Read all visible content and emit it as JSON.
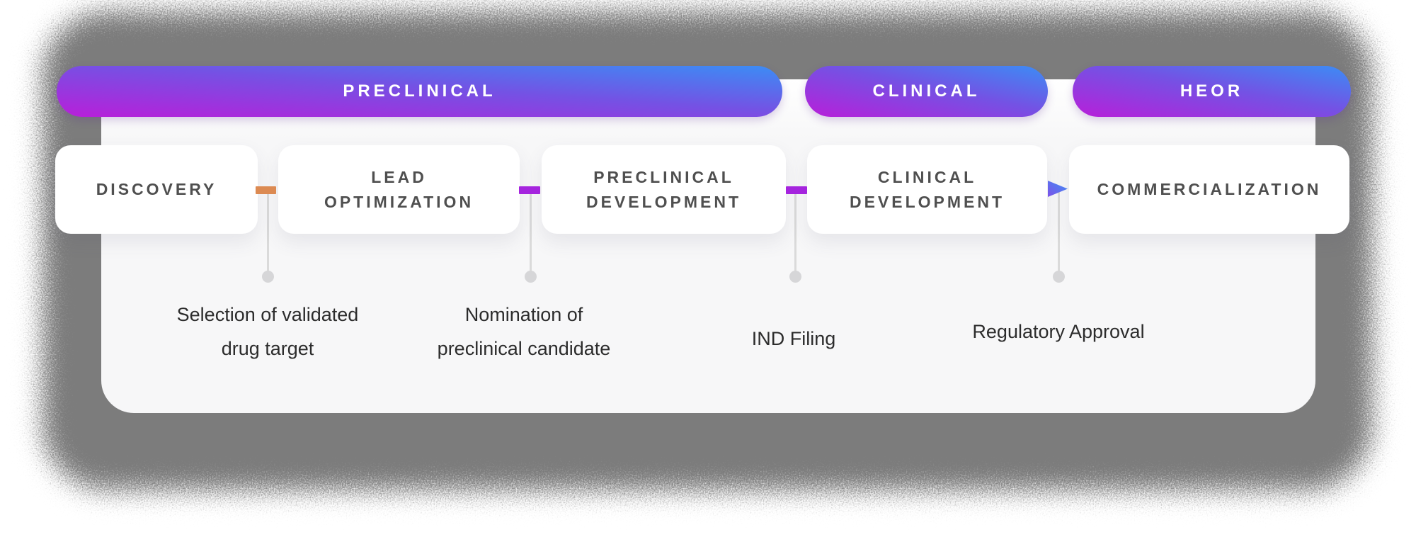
{
  "phases": [
    {
      "label": "PRECLINICAL"
    },
    {
      "label": "CLINICAL"
    },
    {
      "label": "HEOR"
    }
  ],
  "stages": [
    {
      "lines": [
        "DISCOVERY"
      ]
    },
    {
      "lines": [
        "LEAD",
        "OPTIMIZATION"
      ]
    },
    {
      "lines": [
        "PRECLINICAL",
        "DEVELOPMENT"
      ]
    },
    {
      "lines": [
        "CLINICAL",
        "DEVELOPMENT"
      ]
    },
    {
      "lines": [
        "COMMERCIALIZATION"
      ]
    }
  ],
  "milestones": [
    {
      "lines": [
        "Selection of validated",
        "drug target"
      ]
    },
    {
      "lines": [
        "Nomination of",
        "preclinical candidate"
      ]
    },
    {
      "lines": [
        "IND Filing"
      ]
    },
    {
      "lines": [
        "Regulatory Approval"
      ]
    }
  ],
  "connectors": [
    {
      "type": "dash",
      "color": "#dc8a52"
    },
    {
      "type": "dash",
      "color": "#a524de"
    },
    {
      "type": "dash",
      "color": "#a524de"
    },
    {
      "type": "arrow",
      "color_start": "#7d52e8",
      "color_end": "#3f8ef5"
    }
  ],
  "colors": {
    "pill_gradient_start": "#b81fd9",
    "pill_gradient_mid": "#7452e4",
    "pill_gradient_end": "#3b8df5",
    "card_bg": "#f7f7f8",
    "stage_text": "#4f4f4f",
    "milestone_text": "#2c2c2c",
    "dropline": "#dadada",
    "dot": "#d6d6d8",
    "shadow": "#7b7b7b"
  }
}
